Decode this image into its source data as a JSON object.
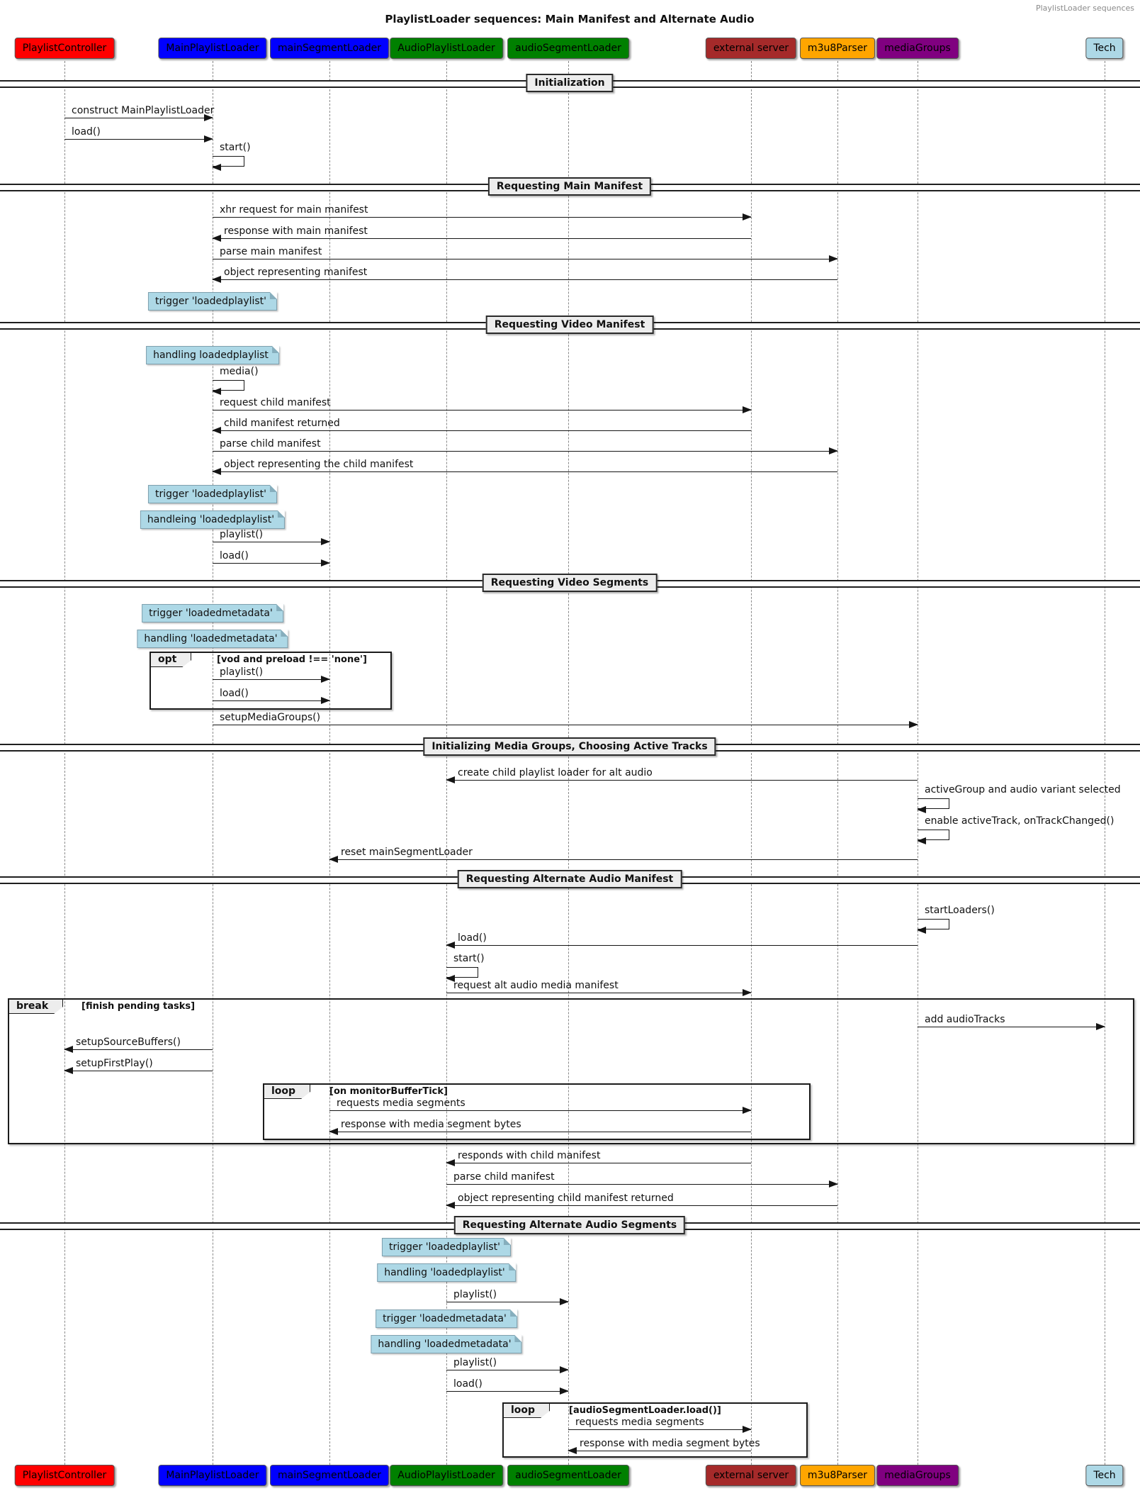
{
  "header": {
    "corner_label": "PlaylistLoader sequences",
    "title": "PlaylistLoader sequences: Main Manifest and Alternate Audio"
  },
  "participants": [
    {
      "name": "PlaylistController",
      "color": "#ff0000"
    },
    {
      "name": "MainPlaylistLoader",
      "color": "#0000ff"
    },
    {
      "name": "mainSegmentLoader",
      "color": "#0000ff"
    },
    {
      "name": "AudioPlaylistLoader",
      "color": "#008000"
    },
    {
      "name": "audioSegmentLoader",
      "color": "#008000"
    },
    {
      "name": "external server",
      "color": "#a52a2a"
    },
    {
      "name": "m3u8Parser",
      "color": "#ffa500"
    },
    {
      "name": "mediaGroups",
      "color": "#800080"
    },
    {
      "name": "Tech",
      "color": "#add8e6"
    }
  ],
  "dividers": [
    "Initialization",
    "Requesting Main Manifest",
    "Requesting Video Manifest",
    "Requesting Video Segments",
    "Initializing Media Groups, Choosing Active Tracks",
    "Requesting Alternate Audio Manifest",
    "Requesting Alternate Audio Segments"
  ],
  "messages": [
    {
      "label": "construct MainPlaylistLoader"
    },
    {
      "label": "load()"
    },
    {
      "label": "xhr request for main manifest"
    },
    {
      "label": "response with main manifest"
    },
    {
      "label": "parse main manifest"
    },
    {
      "label": "object representing manifest"
    },
    {
      "label": "request child manifest"
    },
    {
      "label": "child manifest returned"
    },
    {
      "label": "parse child manifest"
    },
    {
      "label": "object representing the child manifest"
    },
    {
      "label": "playlist()"
    },
    {
      "label": "load()"
    },
    {
      "label": "playlist()"
    },
    {
      "label": "load()"
    },
    {
      "label": "setupMediaGroups()"
    },
    {
      "label": "create child playlist loader for alt audio"
    },
    {
      "label": "reset mainSegmentLoader"
    },
    {
      "label": "load()"
    },
    {
      "label": "request alt audio media manifest"
    },
    {
      "label": "add audioTracks"
    },
    {
      "label": "setupSourceBuffers()"
    },
    {
      "label": "setupFirstPlay()"
    },
    {
      "label": "requests media segments"
    },
    {
      "label": "response with media segment bytes"
    },
    {
      "label": "responds with child manifest"
    },
    {
      "label": "parse child manifest"
    },
    {
      "label": "object representing child manifest returned"
    },
    {
      "label": "playlist()"
    },
    {
      "label": "playlist()"
    },
    {
      "label": "load()"
    },
    {
      "label": "requests media segments"
    },
    {
      "label": "response with media segment bytes"
    }
  ],
  "self_messages": [
    {
      "label": "start()"
    },
    {
      "label": "media()"
    },
    {
      "label": "activeGroup and audio variant selected"
    },
    {
      "label": "enable activeTrack, onTrackChanged()"
    },
    {
      "label": "startLoaders()"
    },
    {
      "label": "start()"
    }
  ],
  "notes": [
    {
      "text": "trigger 'loadedplaylist'"
    },
    {
      "text": "handling loadedplaylist"
    },
    {
      "text": "trigger 'loadedplaylist'"
    },
    {
      "text": "handleing 'loadedplaylist'"
    },
    {
      "text": "trigger 'loadedmetadata'"
    },
    {
      "text": "handling 'loadedmetadata'"
    },
    {
      "text": "trigger 'loadedplaylist'"
    },
    {
      "text": "handling 'loadedplaylist'"
    },
    {
      "text": "trigger 'loadedmetadata'"
    },
    {
      "text": "handling 'loadedmetadata'"
    }
  ],
  "fragments": [
    {
      "keyword": "opt",
      "guard": "[vod and preload !== 'none']"
    },
    {
      "keyword": "break",
      "guard": "[finish pending tasks]"
    },
    {
      "keyword": "loop",
      "guard": "[on monitorBufferTick]"
    },
    {
      "keyword": "loop",
      "guard": "[audioSegmentLoader.load()]"
    }
  ],
  "colors": {
    "note_bg": "#add8e6",
    "frame_label_bg": "#ededed",
    "divider_label_bg": "#ededed",
    "line": "#151515"
  }
}
